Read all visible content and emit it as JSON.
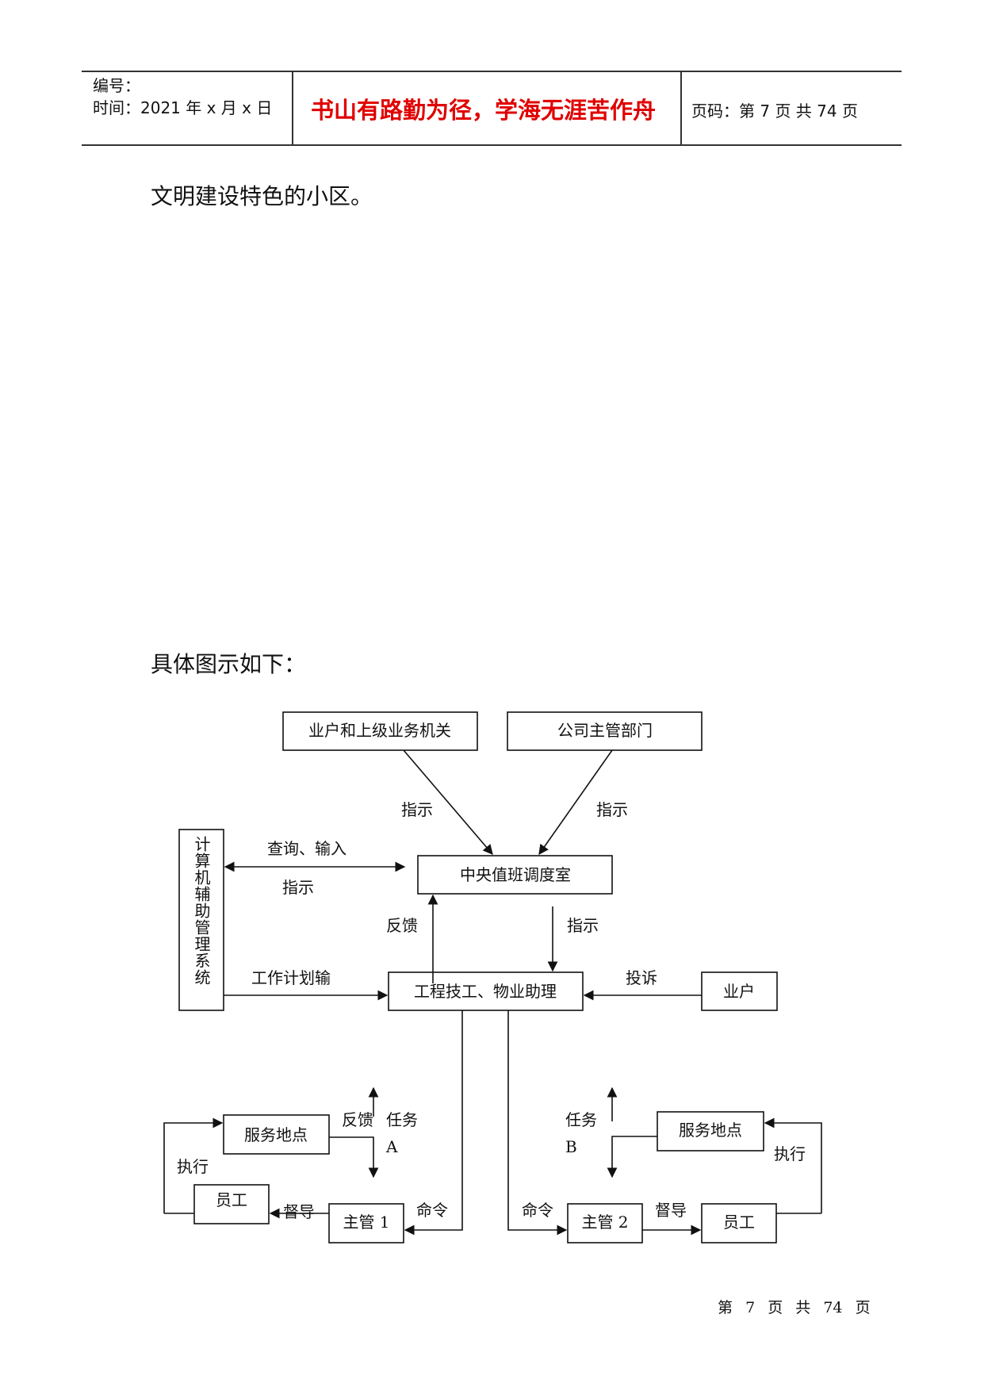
{
  "header": {
    "serial_label": "编号：",
    "time_label": "时间：2021 年 x 月 x 日",
    "motto": "书山有路勤为径，学海无涯苦作舟",
    "page_label": "页码：第 7 页  共 74 页"
  },
  "body": {
    "line1": "文明建设特色的小区。",
    "line2": "具体图示如下："
  },
  "diagram": {
    "nodes": {
      "owners_authorities": "业户和上级业务机关",
      "company_dept": "公司主管部门",
      "central_dispatch": "中央值班调度室",
      "computer_system": "计算机辅助管理系统",
      "engineering_staff": "工程技工、物业助理",
      "owner": "业户",
      "service_a": "服务地点",
      "employee_a": "员工",
      "supervisor_1": "主管 1",
      "service_b": "服务地点",
      "employee_b": "员工",
      "supervisor_2": "主管 2"
    },
    "labels": {
      "instruct_left": "指示",
      "instruct_right": "指示",
      "query_input": "查询、输入",
      "instruct_system": "指示",
      "feedback": "反馈",
      "instruct_down": "指示",
      "work_plan": "工作计划输",
      "complaint": "投诉",
      "feedback_a": "反馈",
      "task_a": "任务",
      "letter_a": "A",
      "execute_a": "执行",
      "supervise_a": "督导",
      "command_a": "命令",
      "task_b": "任务",
      "letter_b": "B",
      "command_b": "命令",
      "supervise_b": "督导",
      "execute_b": "执行"
    }
  },
  "footer": {
    "di": "第",
    "page": "7",
    "ye": "页",
    "gong": "共",
    "total": "74",
    "ye2": "页"
  }
}
